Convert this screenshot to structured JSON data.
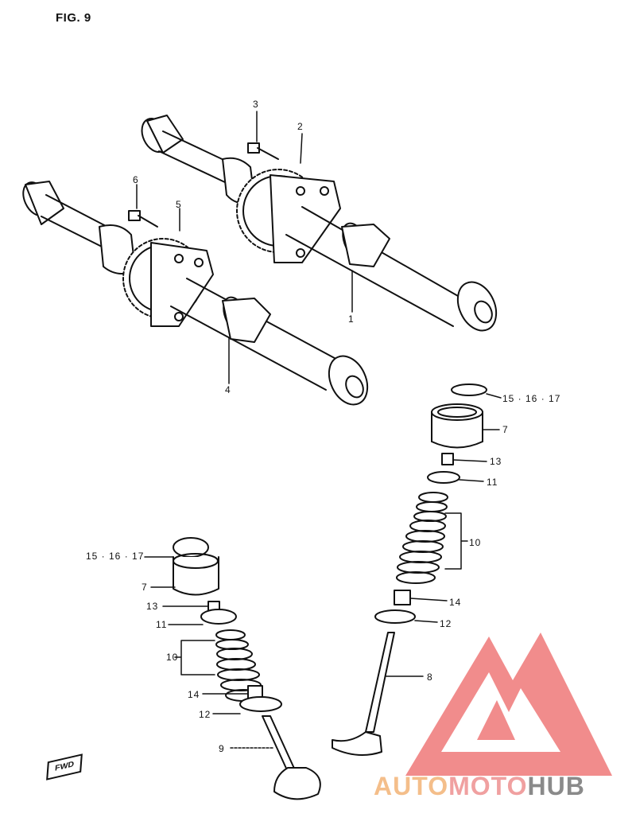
{
  "figure": {
    "title": "FIG. 9"
  },
  "labels": {
    "p1": "1",
    "p2": "2",
    "p3": "3",
    "p4": "4",
    "p5": "5",
    "p6": "6",
    "r_shim": "15 · 16 · 17",
    "r_tappet": "7",
    "r_cotter": "13",
    "r_retainer": "11",
    "r_spring": "10",
    "r_seal": "14",
    "r_seat": "12",
    "r_valve": "8",
    "l_shim": "15 · 16 · 17",
    "l_tappet": "7",
    "l_cotter": "13",
    "l_retainer": "11",
    "l_spring": "10",
    "l_seal": "14",
    "l_seat": "12",
    "l_valve": "9"
  },
  "fwd_label": "FWD",
  "watermark": {
    "part1": "AUTO",
    "part2": "MOTO",
    "part3": "HUB"
  },
  "colors": {
    "line": "#111111",
    "watermark_red": "#f08080",
    "watermark_orange": "#f4be8a",
    "watermark_gray": "#8a8a8a"
  }
}
